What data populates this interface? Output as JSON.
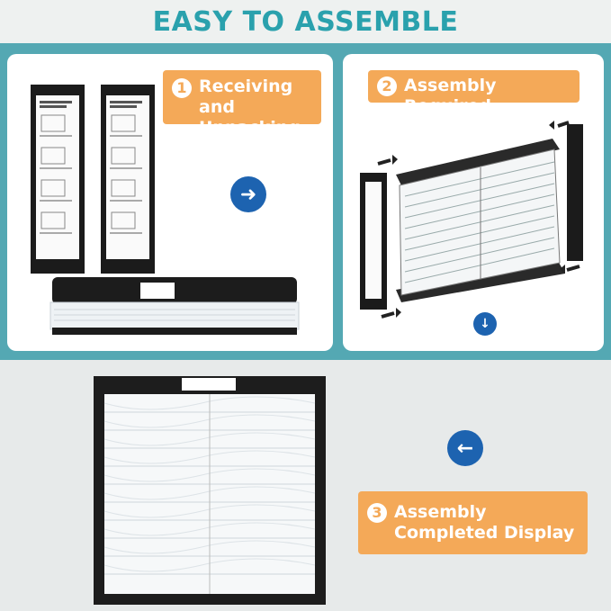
{
  "title": "EASY TO ASSEMBLE",
  "steps": [
    {
      "number": "1",
      "label": "Receiving and Unpacking"
    },
    {
      "number": "2",
      "label": "Assembly Required"
    },
    {
      "number": "3",
      "label": "Assembly Completed Display"
    }
  ],
  "icons": {
    "right": "arrow-right-icon",
    "down": "arrow-down-icon",
    "left": "arrow-left-icon"
  },
  "colors": {
    "title": "#2aa1ad",
    "band": "#54a8b3",
    "label_bg": "#f4a958",
    "arrow": "#1d63b0"
  }
}
